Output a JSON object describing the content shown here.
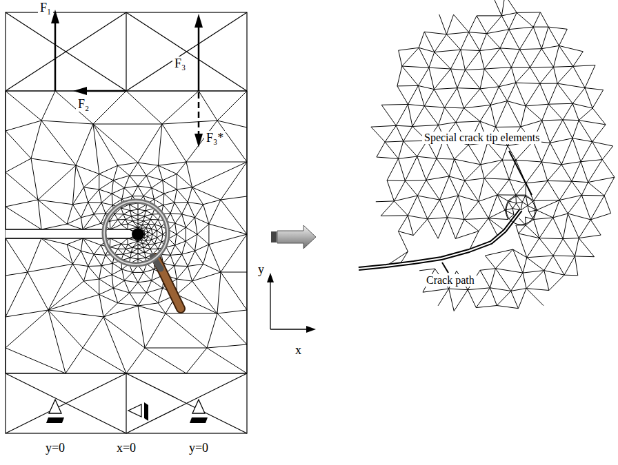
{
  "diagram": {
    "labels": [
      "F₁",
      "F₃",
      "F₂",
      "F₃*",
      "Special crack tip elements",
      "Crack path",
      "y",
      "x",
      "y=0",
      "x=0",
      "y=0"
    ]
  }
}
